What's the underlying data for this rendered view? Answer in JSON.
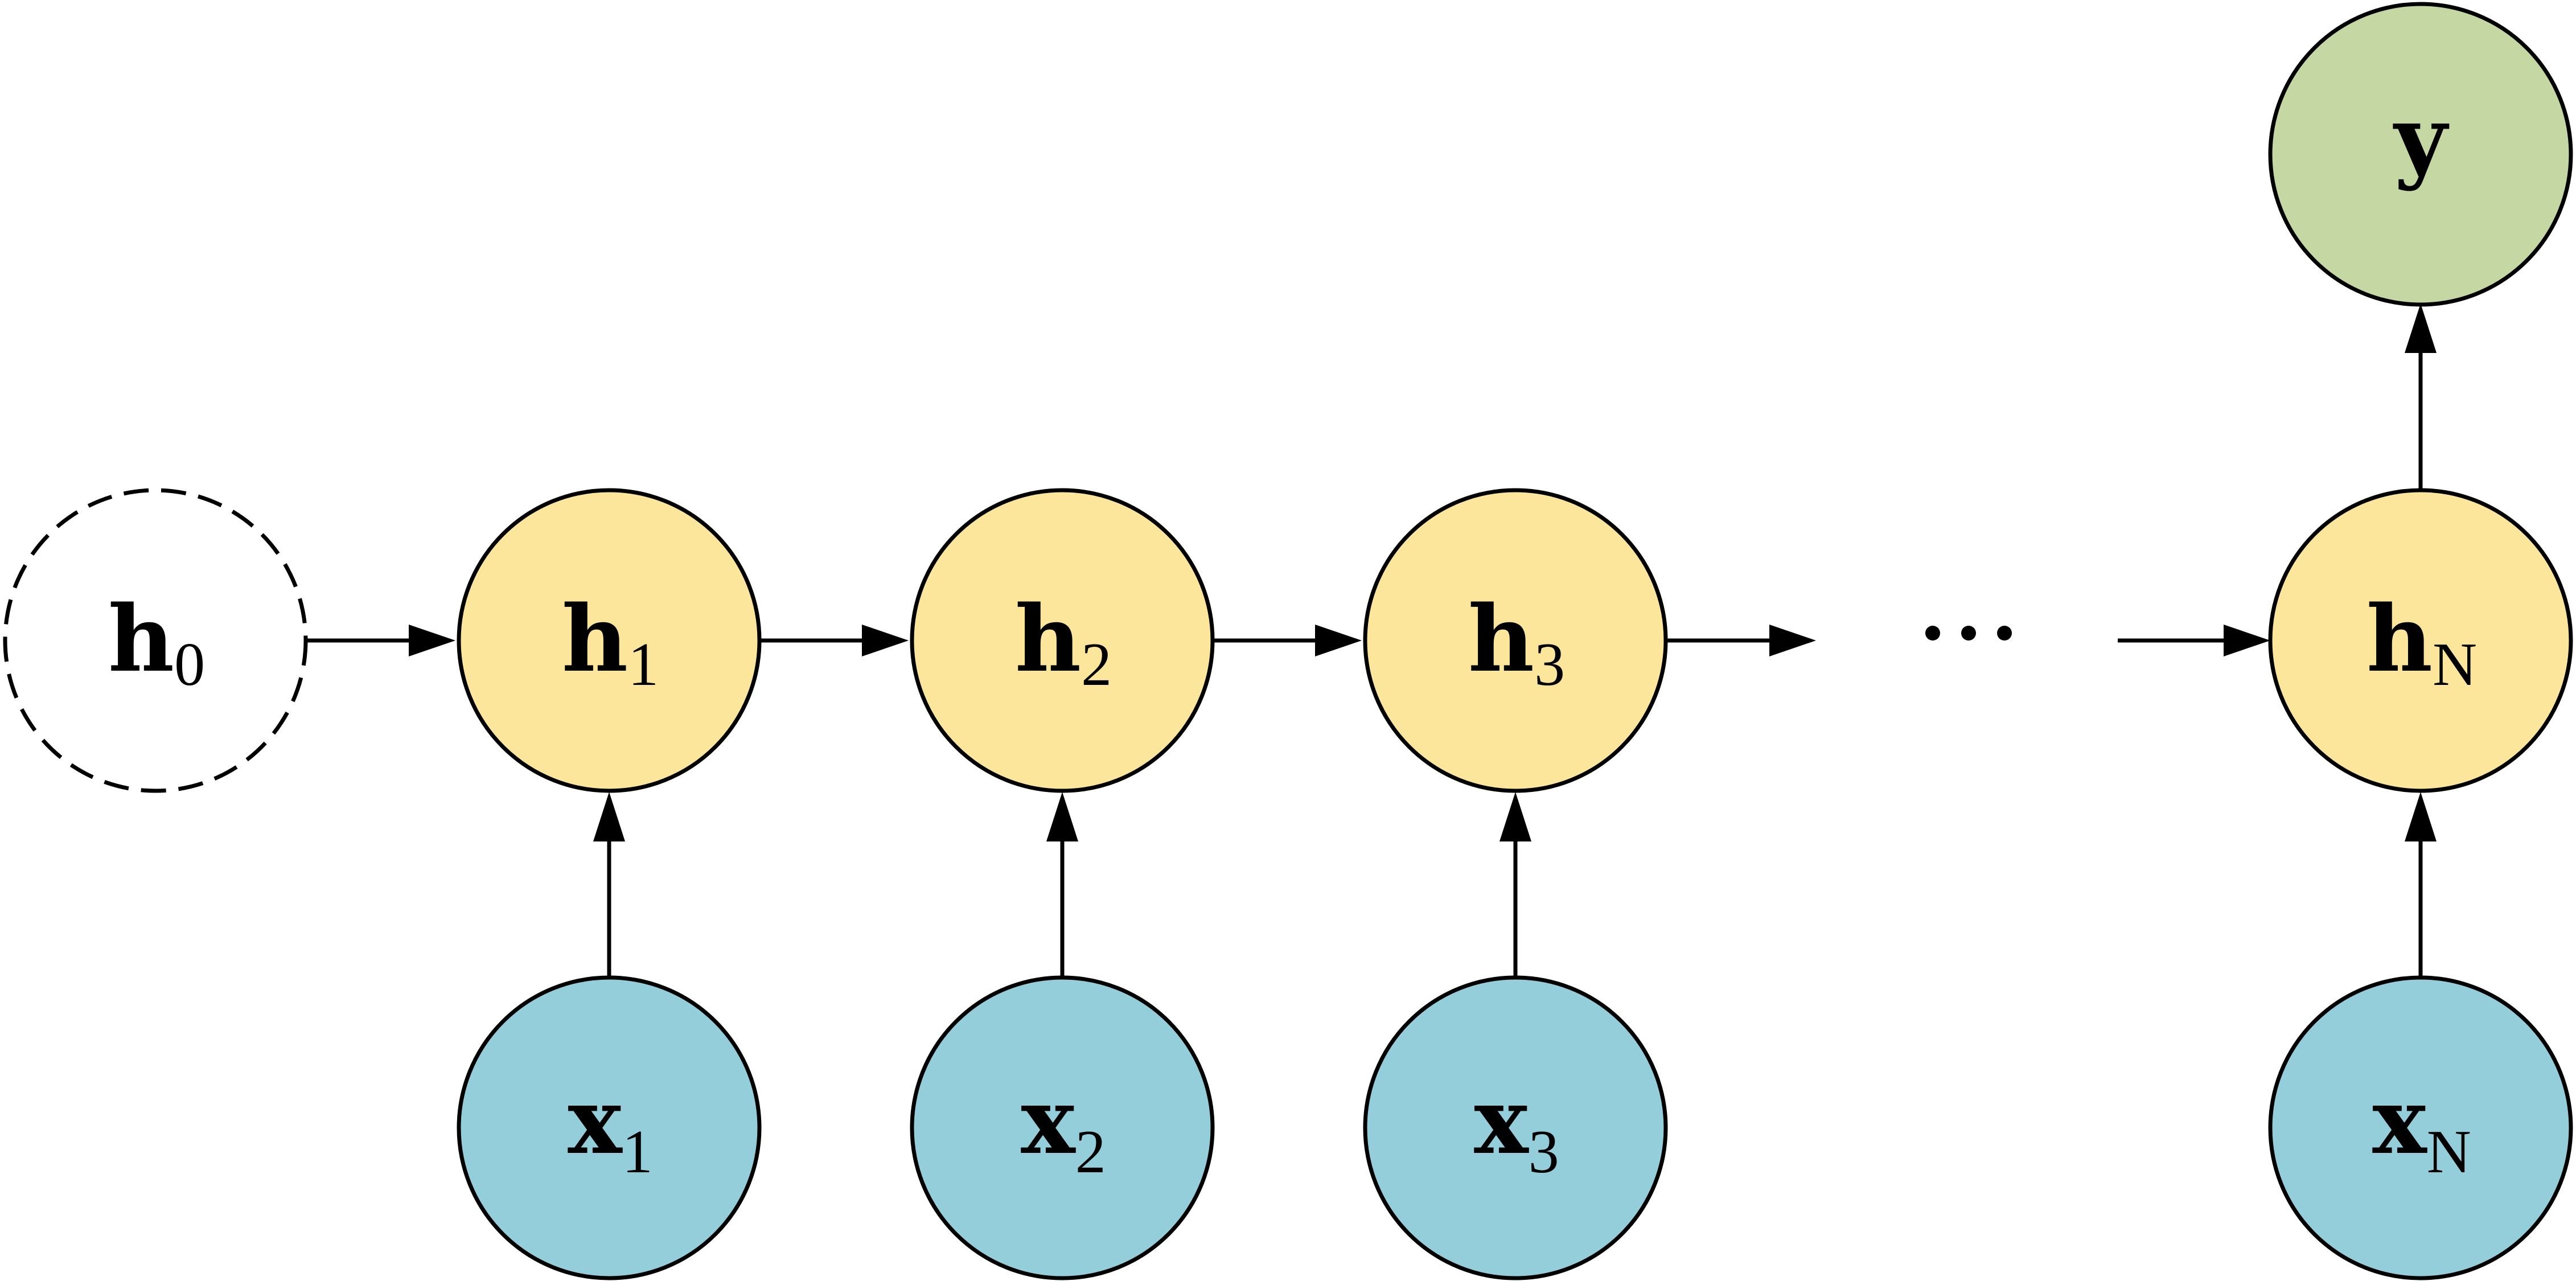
{
  "colors": {
    "hidden": "#fce69b",
    "input": "#95cedb",
    "output": "#c5d8a3",
    "initial": "#ffffff",
    "stroke": "#000000"
  },
  "nodes": {
    "h0": {
      "symbol": "h",
      "subscript": "0",
      "role": "initial"
    },
    "h1": {
      "symbol": "h",
      "subscript": "1",
      "role": "hidden"
    },
    "h2": {
      "symbol": "h",
      "subscript": "2",
      "role": "hidden"
    },
    "h3": {
      "symbol": "h",
      "subscript": "3",
      "role": "hidden"
    },
    "hN": {
      "symbol": "h",
      "subscript": "N",
      "role": "hidden"
    },
    "x1": {
      "symbol": "x",
      "subscript": "1",
      "role": "input"
    },
    "x2": {
      "symbol": "x",
      "subscript": "2",
      "role": "input"
    },
    "x3": {
      "symbol": "x",
      "subscript": "3",
      "role": "input"
    },
    "xN": {
      "symbol": "x",
      "subscript": "N",
      "role": "input"
    },
    "y": {
      "symbol": "y",
      "subscript": "",
      "role": "output"
    }
  },
  "edges": [
    {
      "from": "h0",
      "to": "h1"
    },
    {
      "from": "h1",
      "to": "h2"
    },
    {
      "from": "h2",
      "to": "h3"
    },
    {
      "from": "h3",
      "to": "ellipsis"
    },
    {
      "from": "ellipsis",
      "to": "hN"
    },
    {
      "from": "x1",
      "to": "h1"
    },
    {
      "from": "x2",
      "to": "h2"
    },
    {
      "from": "x3",
      "to": "h3"
    },
    {
      "from": "xN",
      "to": "hN"
    },
    {
      "from": "hN",
      "to": "y"
    }
  ]
}
